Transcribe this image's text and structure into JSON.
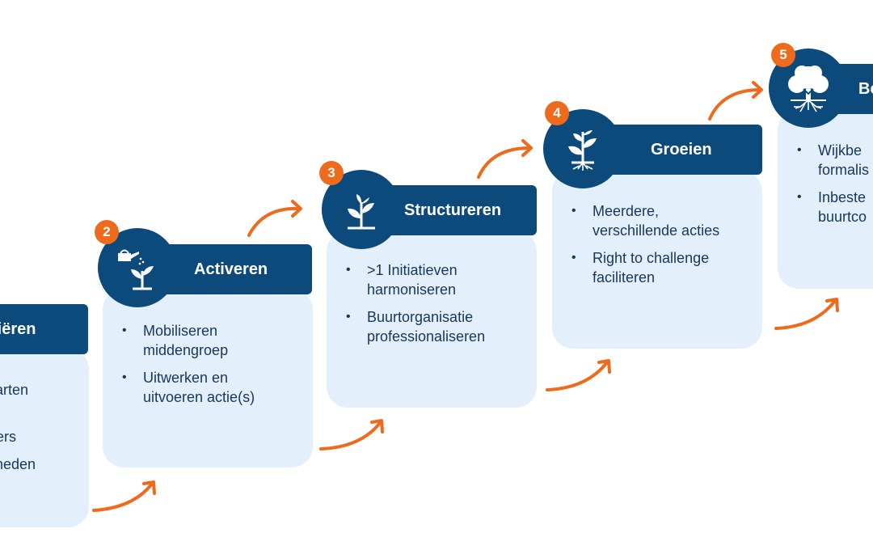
{
  "steps": [
    {
      "number": "",
      "title": "tiëren",
      "bullets": [
        "starten",
        "bij\nmers",
        "smeden"
      ]
    },
    {
      "number": "2",
      "title": "Activeren",
      "bullets": [
        "Mobiliseren\nmiddengroep",
        "Uitwerken en\nuitvoeren actie(s)"
      ]
    },
    {
      "number": "3",
      "title": "Structureren",
      "bullets": [
        ">1 Initiatieven\nharmoniseren",
        "Buurtorganisatie\nprofessionaliseren"
      ]
    },
    {
      "number": "4",
      "title": "Groeien",
      "bullets": [
        "Meerdere,\nverschillende acties",
        "Right to challenge\nfaciliteren"
      ]
    },
    {
      "number": "5",
      "title": "Be",
      "bullets": [
        "Wijkbe\nformalis",
        "Inbeste\nbuurtco"
      ]
    }
  ],
  "colors": {
    "navy": "#0d4a7c",
    "card": "#e3f0fb",
    "accent": "#ee6b1d",
    "text": "#17365d"
  },
  "icons": [
    "watering-can-plant-icon",
    "sprout-icon",
    "growing-plant-icon",
    "tree-icon"
  ]
}
